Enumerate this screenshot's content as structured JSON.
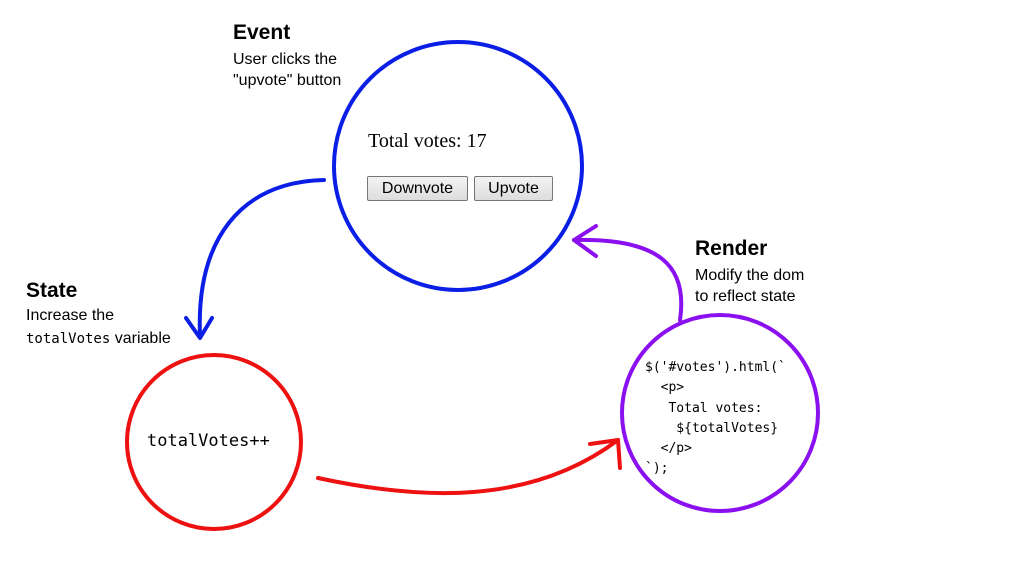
{
  "colors": {
    "event": "#0a1ee6",
    "state": "#ee1111",
    "render": "#8a10f0"
  },
  "event": {
    "title": "Event",
    "description_line1": "User clicks the",
    "description_line2": "\"upvote\" button",
    "widget": {
      "votes_text": "Total votes: 17",
      "downvote_label": "Downvote",
      "upvote_label": "Upvote"
    }
  },
  "state": {
    "title": "State",
    "description_line1": "Increase the",
    "description_code": "totalVotes",
    "description_suffix": " variable",
    "code": "totalVotes++"
  },
  "render": {
    "title": "Render",
    "description_line1": "Modify the dom",
    "description_line2": "to reflect state",
    "code": "$('#votes').html(`\n  <p>\n   Total votes:\n    ${totalVotes}\n  </p>\n`);"
  }
}
